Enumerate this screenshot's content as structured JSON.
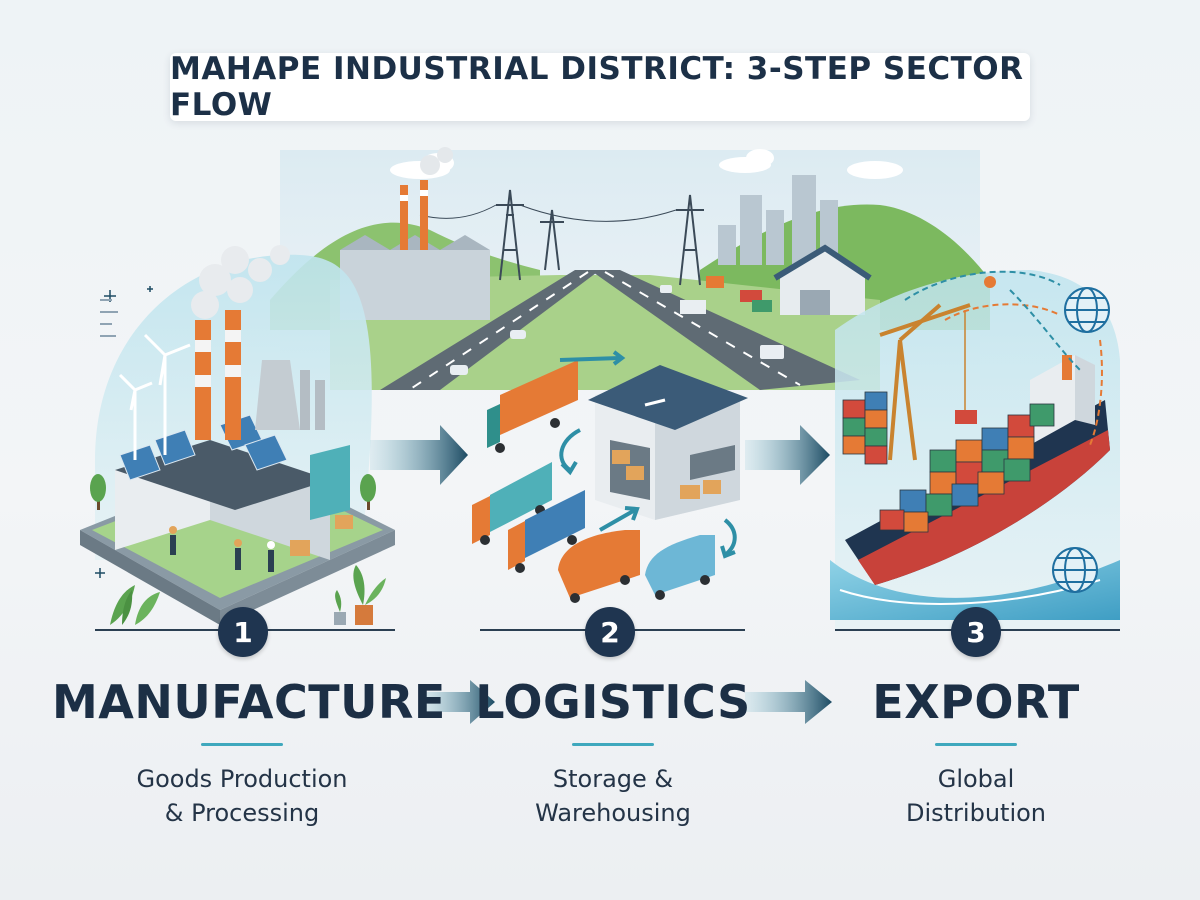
{
  "title": "MAHAPE INDUSTRIAL DISTRICT: 3-STEP SECTOR FLOW",
  "steps": [
    {
      "number": "1",
      "title": "MANUFACTURE",
      "desc_line1": "Goods Production",
      "desc_line2": "& Processing",
      "icon": "factory-icon"
    },
    {
      "number": "2",
      "title": "LOGISTICS",
      "desc_line1": "Storage &",
      "desc_line2": "Warehousing",
      "icon": "warehouse-icon"
    },
    {
      "number": "3",
      "title": "EXPORT",
      "desc_line1": "Global",
      "desc_line2": "Distribution",
      "icon": "cargo-ship-icon"
    }
  ],
  "colors": {
    "navy": "#1f3550",
    "teal_accent": "#3fa8bd",
    "arrow": "#1d4b63",
    "container_orange": "#e57a35",
    "container_green": "#3f9a6b",
    "container_blue": "#3f7fb5",
    "container_red": "#d24a3c"
  }
}
